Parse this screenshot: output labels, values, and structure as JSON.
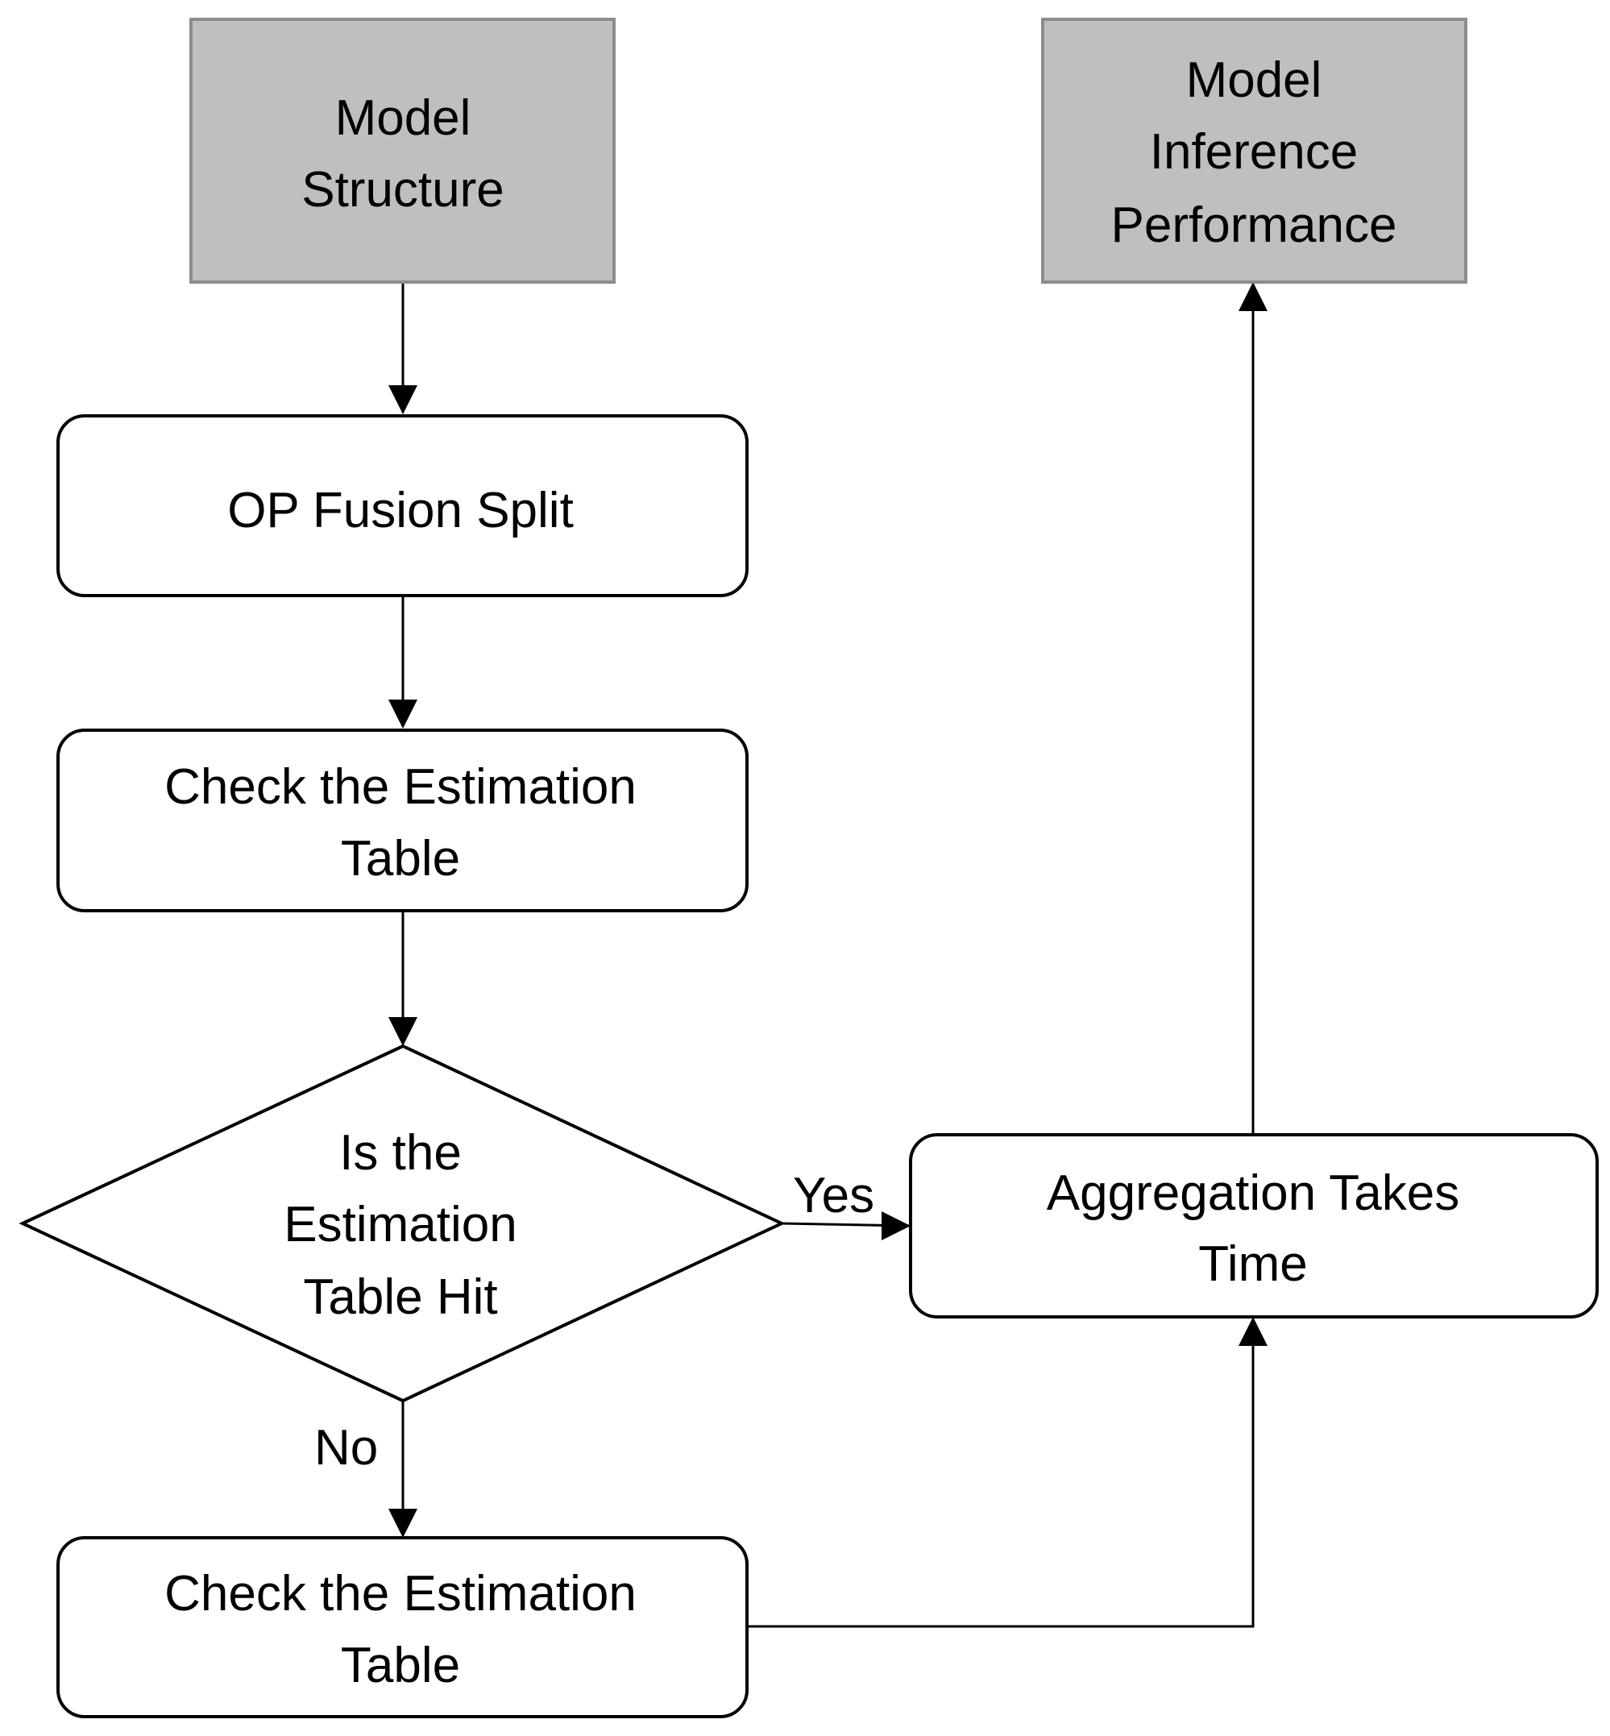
{
  "colors": {
    "io_fill": "#bfbfbf",
    "io_stroke": "#8c8c8c",
    "process_fill": "#ffffff",
    "stroke": "#000000",
    "text": "#000000"
  },
  "nodes": {
    "model_structure": {
      "lines": [
        "Model",
        "Structure"
      ]
    },
    "model_inference_performance": {
      "lines": [
        "Model",
        "Inference",
        "Performance"
      ]
    },
    "op_fusion_split": {
      "lines": [
        "OP Fusion Split"
      ]
    },
    "check_estimation_table_1": {
      "lines": [
        "Check the Estimation",
        "Table"
      ]
    },
    "decision_table_hit": {
      "lines": [
        "Is the",
        "Estimation",
        "Table Hit"
      ]
    },
    "aggregation_takes_time": {
      "lines": [
        "Aggregation Takes",
        "Time"
      ]
    },
    "check_estimation_table_2": {
      "lines": [
        "Check the Estimation",
        "Table"
      ]
    }
  },
  "edges": {
    "yes_label": "Yes",
    "no_label": "No"
  }
}
